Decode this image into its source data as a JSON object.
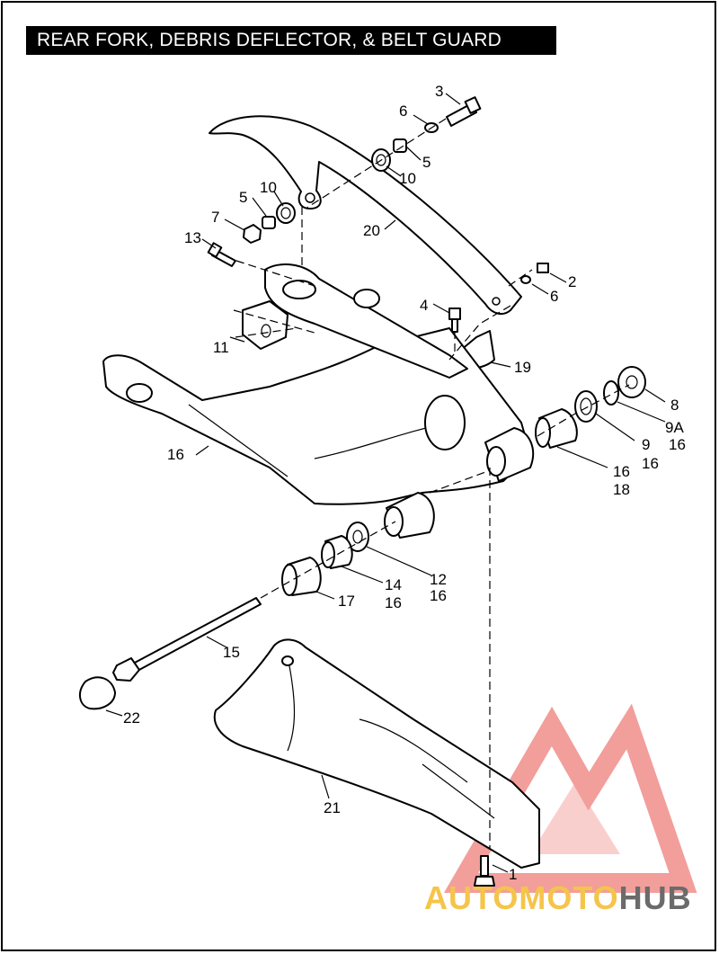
{
  "title": "REAR FORK, DEBRIS DEFLECTOR, & BELT GUARD",
  "callouts": [
    {
      "id": "c3",
      "text": "3"
    },
    {
      "id": "c6a",
      "text": "6"
    },
    {
      "id": "c5a",
      "text": "5"
    },
    {
      "id": "c10a",
      "text": "10"
    },
    {
      "id": "c5b",
      "text": "5"
    },
    {
      "id": "c10b",
      "text": "10"
    },
    {
      "id": "c7",
      "text": "7"
    },
    {
      "id": "c20",
      "text": "20"
    },
    {
      "id": "c13",
      "text": "13"
    },
    {
      "id": "c2",
      "text": "2"
    },
    {
      "id": "c6b",
      "text": "6"
    },
    {
      "id": "c4",
      "text": "4"
    },
    {
      "id": "c11",
      "text": "11"
    },
    {
      "id": "c19",
      "text": "19"
    },
    {
      "id": "c8",
      "text": "8"
    },
    {
      "id": "c9a",
      "text": "9A"
    },
    {
      "id": "c16a",
      "text": "16"
    },
    {
      "id": "c9",
      "text": "9"
    },
    {
      "id": "c16b",
      "text": "16"
    },
    {
      "id": "c16c",
      "text": "16"
    },
    {
      "id": "c16d",
      "text": "16"
    },
    {
      "id": "c18",
      "text": "18"
    },
    {
      "id": "c12",
      "text": "12"
    },
    {
      "id": "c16e",
      "text": "16"
    },
    {
      "id": "c14",
      "text": "14"
    },
    {
      "id": "c16f",
      "text": "16"
    },
    {
      "id": "c17",
      "text": "17"
    },
    {
      "id": "c15",
      "text": "15"
    },
    {
      "id": "c22",
      "text": "22"
    },
    {
      "id": "c21",
      "text": "21"
    },
    {
      "id": "c1",
      "text": "1"
    }
  ],
  "watermark": {
    "part1": "AUTOMOTO",
    "part2": "HUB",
    "color1": "#f5c44a",
    "color2": "#6b6b6b",
    "triangle_color": "#e8504a"
  }
}
